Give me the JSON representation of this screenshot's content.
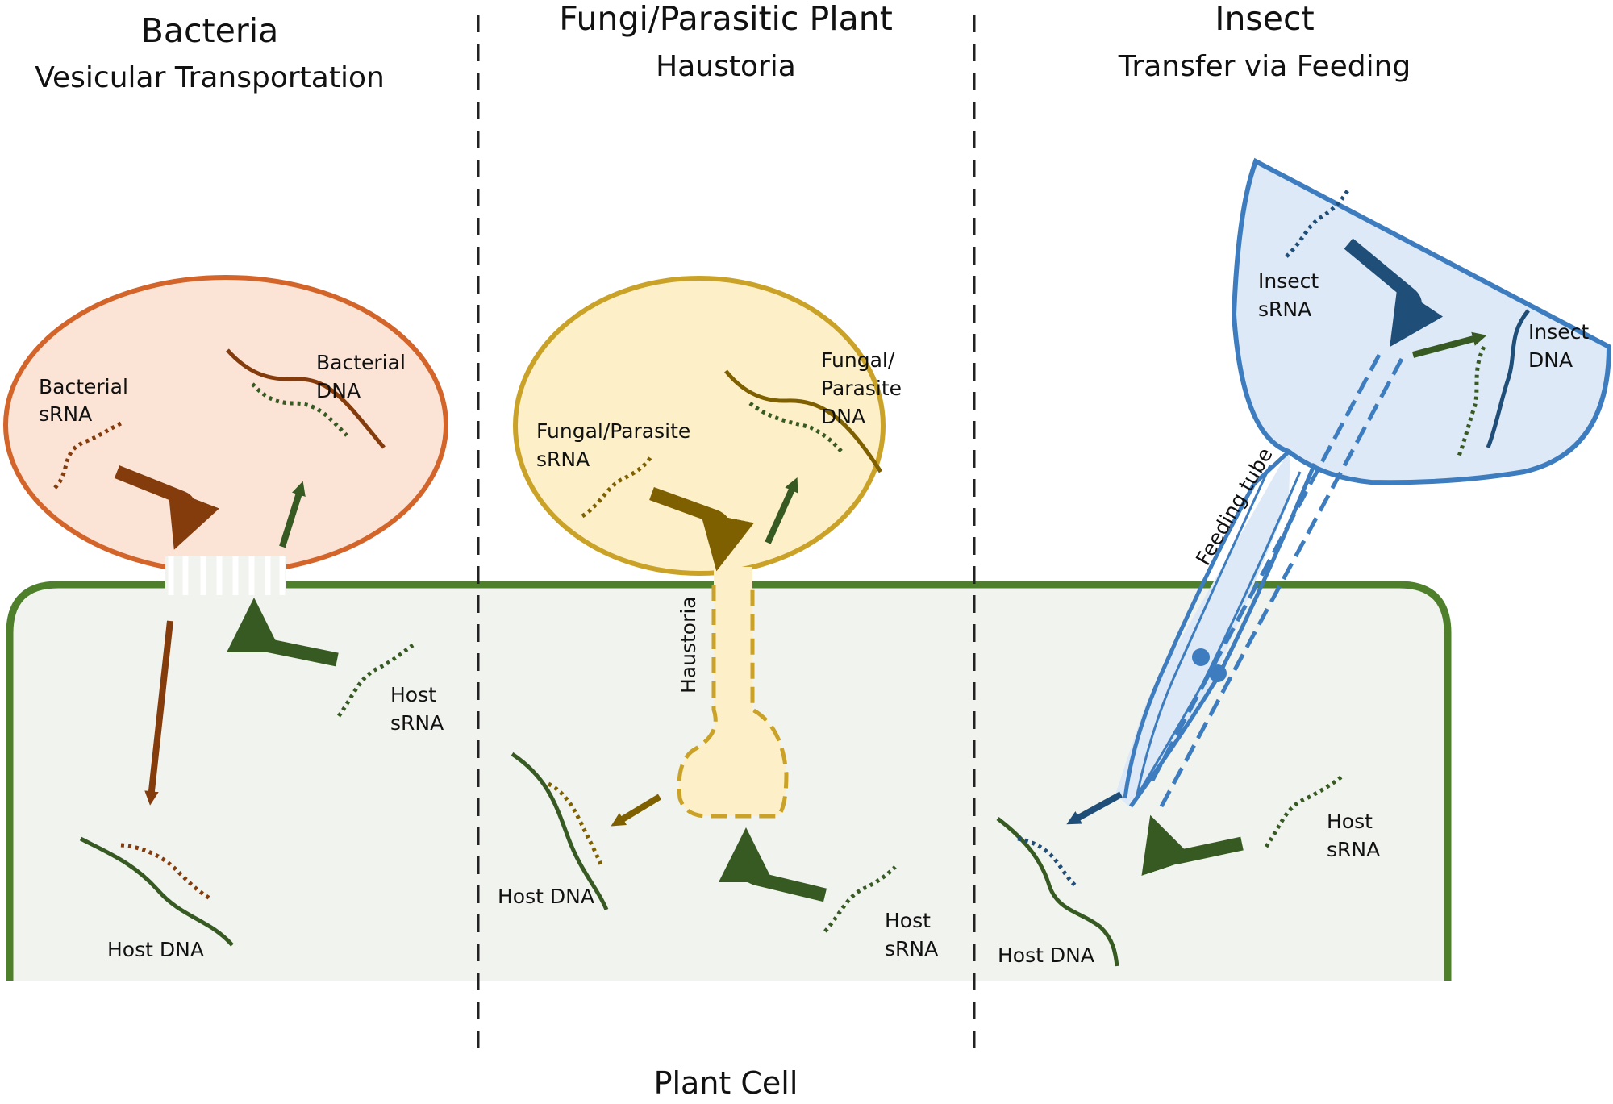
{
  "panels": {
    "bacteria": {
      "title": "Bacteria",
      "subtitle": "Vesicular Transportation",
      "srna_label": [
        "Bacterial",
        "sRNA"
      ],
      "dna_label": [
        "Bacterial",
        "DNA"
      ],
      "host_srna_label": [
        "Host",
        "sRNA"
      ],
      "host_dna_label": "Host DNA"
    },
    "fungi": {
      "title": "Fungi/Parasitic Plant",
      "subtitle": "Haustoria",
      "srna_label": [
        "Fungal/Parasite",
        "sRNA"
      ],
      "dna_label": [
        "Fungal/",
        "Parasite",
        "DNA"
      ],
      "structure_label": "Haustoria",
      "host_srna_label": [
        "Host",
        "sRNA"
      ],
      "host_dna_label": "Host DNA"
    },
    "insect": {
      "title": "Insect",
      "subtitle": "Transfer via Feeding",
      "srna_label": [
        "Insect",
        "sRNA"
      ],
      "dna_label": [
        "Insect",
        "DNA"
      ],
      "structure_label": "Feeding tube",
      "host_srna_label": [
        "Host",
        "sRNA"
      ],
      "host_dna_label": "Host DNA"
    }
  },
  "footer": "Plant Cell",
  "colors": {
    "plant_green": "#4e7f2a",
    "dark_green": "#375a23",
    "plant_fill": "#f1f3ee",
    "bacteria_stroke": "#d3642a",
    "bacteria_fill": "#fbe3d6",
    "bacteria_arrow": "#843c0c",
    "fungi_stroke": "#c9a227",
    "fungi_fill": "#fdf0c8",
    "fungi_arrow": "#7f6000",
    "insect_stroke": "#3d7dbf",
    "insect_fill": "#dde9f6",
    "insect_arrow": "#1f4e79",
    "divider": "#222222"
  }
}
